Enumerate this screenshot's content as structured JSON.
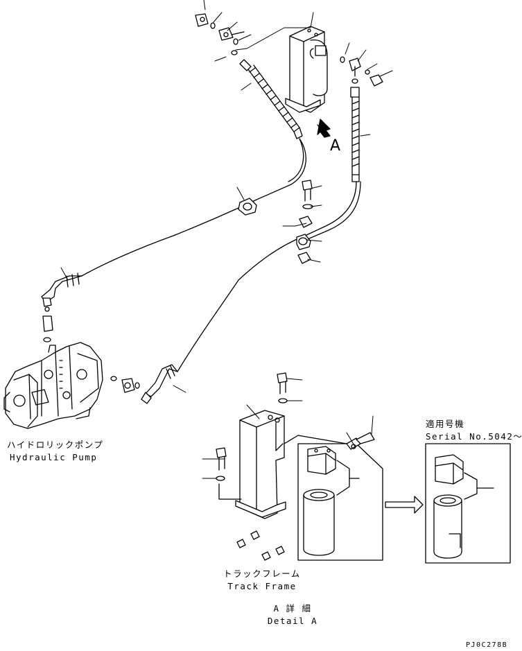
{
  "labels": {
    "pump_jp": "ハイドロリックポンプ",
    "pump_en": "Hydraulic Pump",
    "frame_jp": "トラックフレーム",
    "frame_en": "Track Frame",
    "detail_jp": "A 詳 細",
    "detail_en": "Detail A",
    "view_arrow": "A",
    "serial_jp": "適用号機",
    "serial_en": "Serial No.5042～",
    "drawing_code": "PJ0C278B"
  },
  "colors": {
    "line": "#000000",
    "background": "#ffffff"
  }
}
